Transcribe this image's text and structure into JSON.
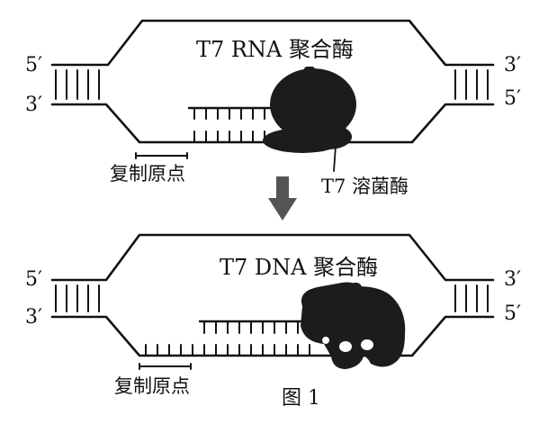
{
  "panel_top": {
    "left_top_end": "5′",
    "left_bottom_end": "3′",
    "right_top_end": "3′",
    "right_bottom_end": "5′",
    "enzyme_label": "T7 RNA 聚合酶",
    "origin_label": "复制原点",
    "lysozyme_label": "T7 溶菌酶"
  },
  "panel_bottom": {
    "left_top_end": "5′",
    "left_bottom_end": "3′",
    "right_top_end": "3′",
    "right_bottom_end": "5′",
    "enzyme_label": "T7 DNA 聚合酶",
    "origin_label": "复制原点"
  },
  "figure_caption": "图 1",
  "colors": {
    "ink": "#111111",
    "enzyme": "#1c1c1c"
  }
}
